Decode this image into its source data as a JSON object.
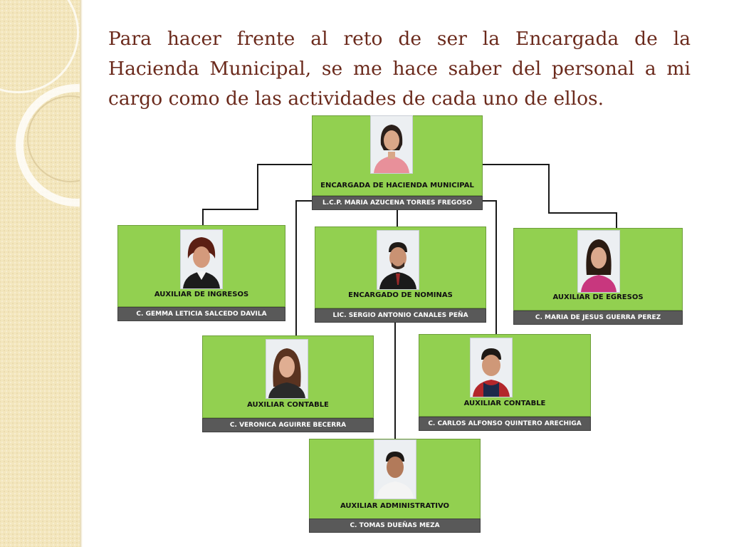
{
  "slide": {
    "title": "Para hacer frente al reto de ser la Encargada de la Hacienda Municipal, se me hace saber del personal a mi cargo como de las actividades de cada uno de ellos."
  },
  "org_chart": {
    "head": {
      "role": "ENCARGADA DE HACIENDA MUNICIPAL",
      "name": "L.C.P. MARIA AZUCENA TORRES FREGOSO"
    },
    "ingresos": {
      "role": "AUXILIAR DE INGRESOS",
      "name": "C. GEMMA LETICIA SALCEDO DAVILA"
    },
    "nominas": {
      "role": "ENCARGADO DE NOMINAS",
      "name": "LIC. SERGIO ANTONIO CANALES PEÑA"
    },
    "egresos": {
      "role": "AUXILIAR DE EGRESOS",
      "name": "C. MARIA DE JESUS GUERRA PEREZ"
    },
    "contable1": {
      "role": "AUXILIAR CONTABLE",
      "name": "C. VERONICA AGUIRRE BECERRA"
    },
    "contable2": {
      "role": "AUXILIAR CONTABLE",
      "name": "C. CARLOS ALFONSO QUINTERO ARECHIGA"
    },
    "administrativo": {
      "role": "AUXILIAR ADMINISTRATIVO",
      "name": "C. TOMAS DUEÑAS MEZA"
    }
  },
  "colors": {
    "card_fill": "#92d050",
    "name_bar": "#595959",
    "title_text": "#6b2a1c",
    "side_panel": "#f3e6bd"
  }
}
